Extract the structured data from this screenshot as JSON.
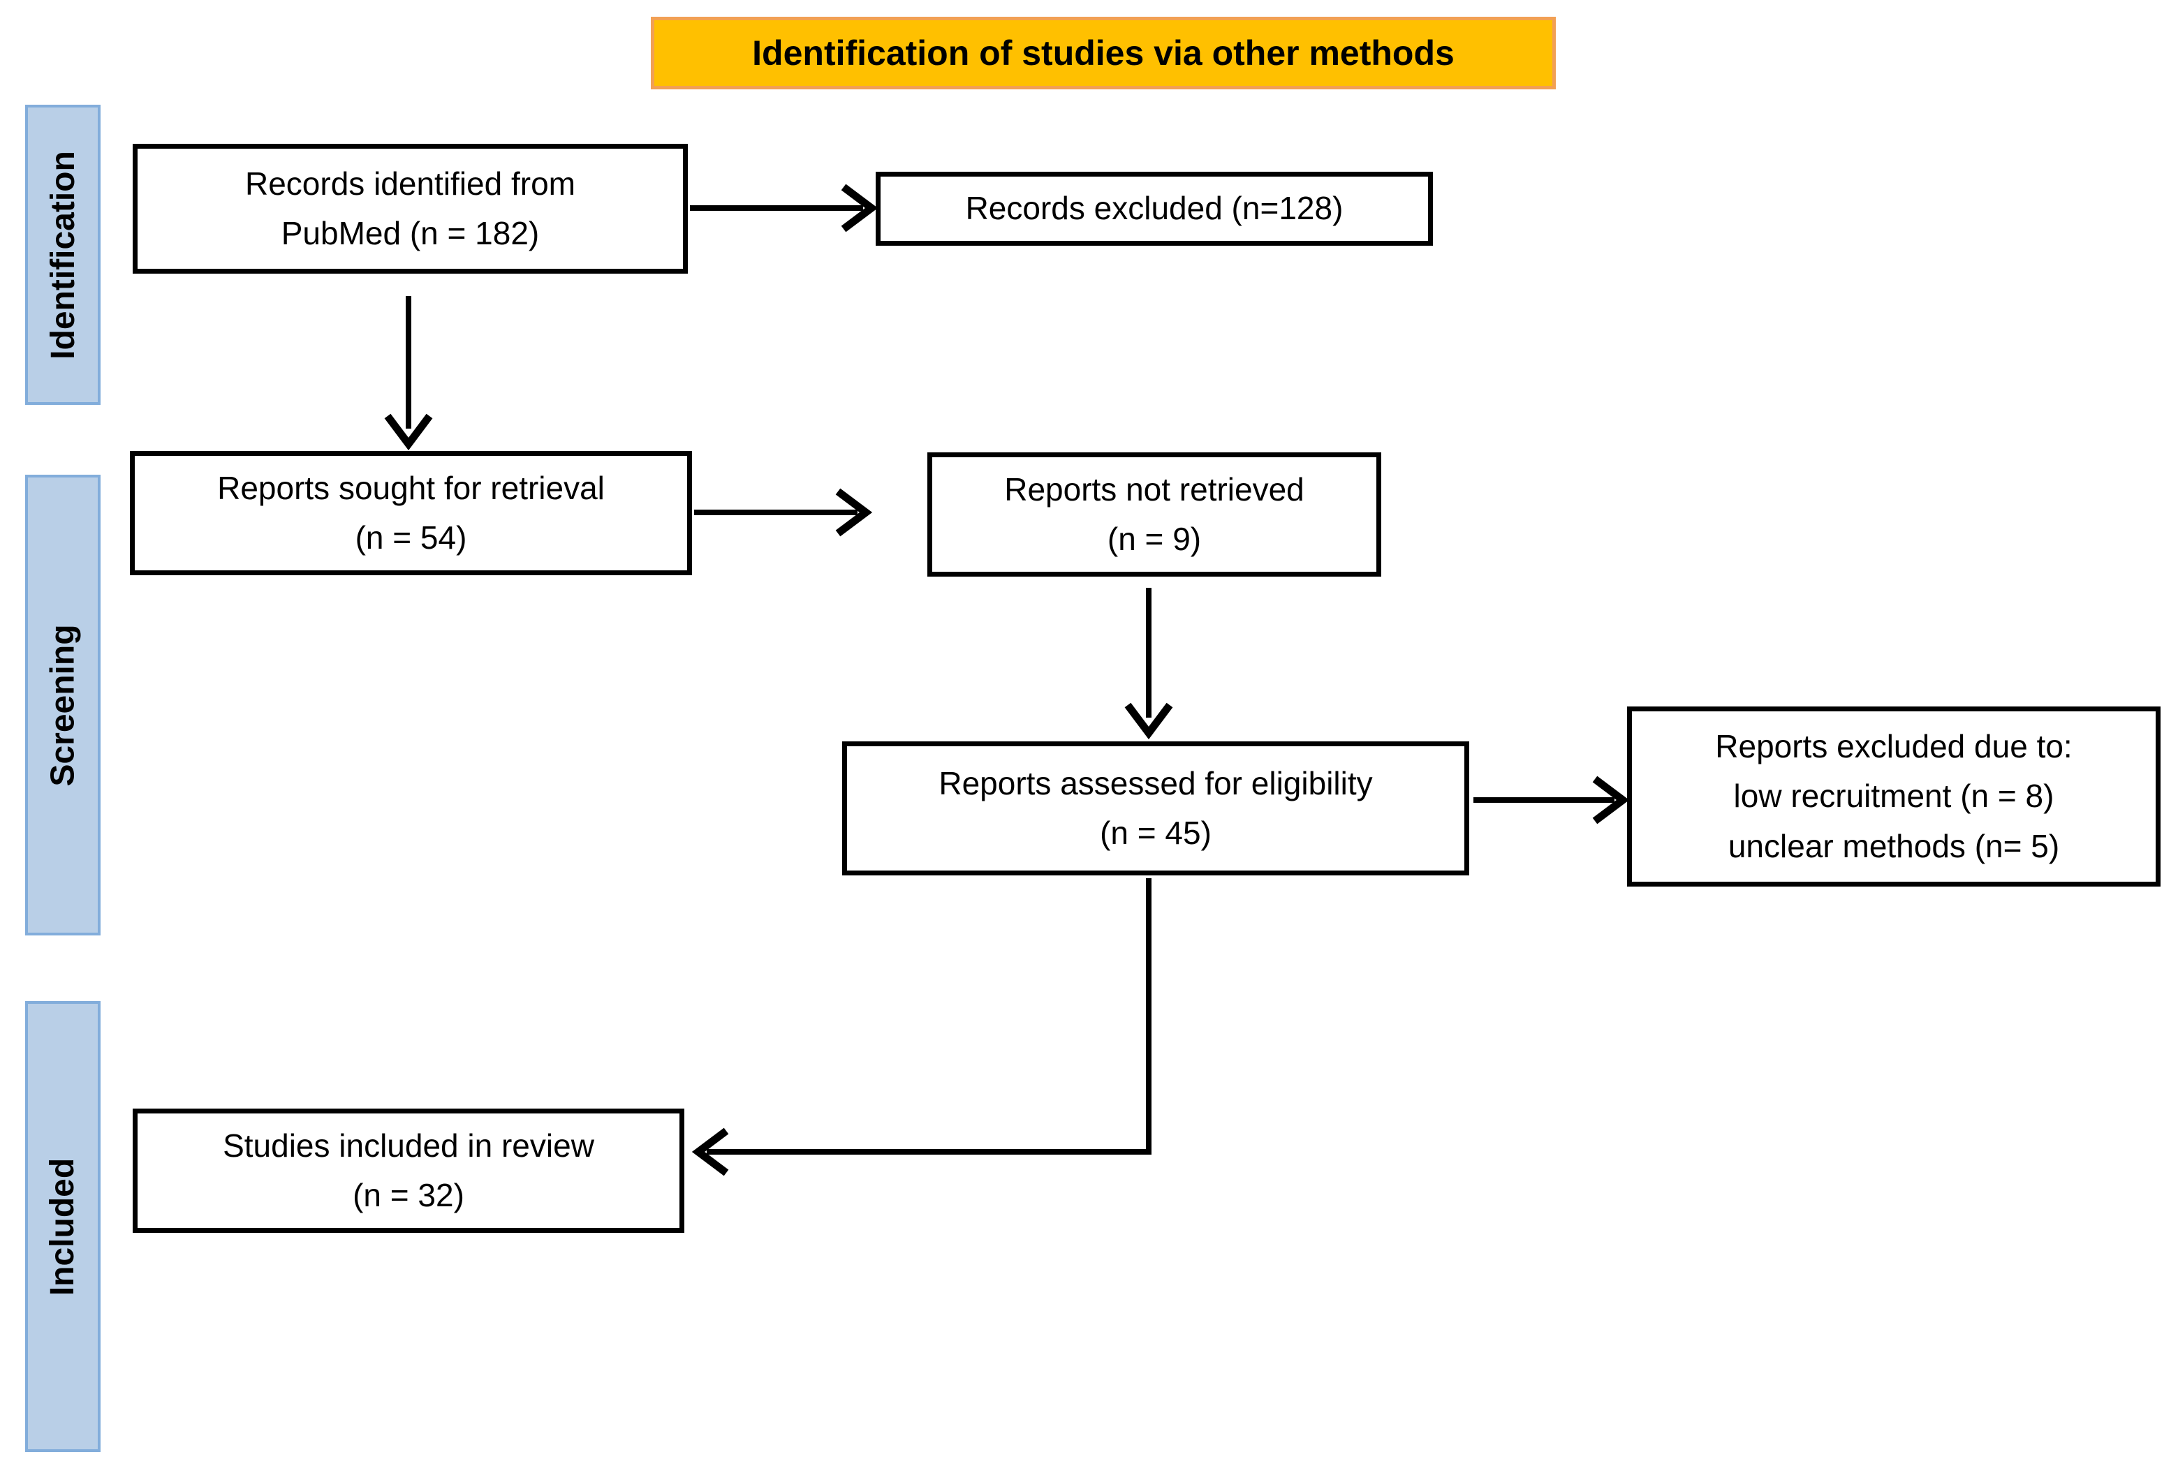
{
  "title_banner": {
    "label": "Identification of studies via other methods"
  },
  "stages": [
    {
      "label": "Identification"
    },
    {
      "label": "Screening"
    },
    {
      "label": "Included"
    }
  ],
  "boxes": {
    "records_identified": {
      "lines": [
        "Records identified from",
        "PubMed (n = 182)"
      ]
    },
    "records_excluded": {
      "lines": [
        "Records excluded (n=128)"
      ]
    },
    "reports_sought": {
      "lines": [
        "Reports sought for retrieval",
        "(n = 54)"
      ]
    },
    "reports_not_retrieved": {
      "lines": [
        "Reports not retrieved",
        "(n = 9)"
      ]
    },
    "reports_assessed": {
      "lines": [
        "Reports assessed for eligibility",
        "(n = 45)"
      ]
    },
    "reports_excluded_reasons": {
      "lines": [
        "Reports excluded due to:",
        "low recruitment (n = 8)",
        "unclear methods (n= 5)"
      ]
    },
    "studies_included": {
      "lines": [
        "Studies included in review",
        "(n = 32)"
      ]
    }
  },
  "colors": {
    "banner_bg": "#FFC000",
    "banner_border": "#F2A054",
    "stage_bg": "#B9CFE7",
    "stage_border": "#82ADDB",
    "box_bg": "#FFFFFF",
    "box_border": "#000000",
    "arrow": "#000000",
    "text": "#000000"
  }
}
